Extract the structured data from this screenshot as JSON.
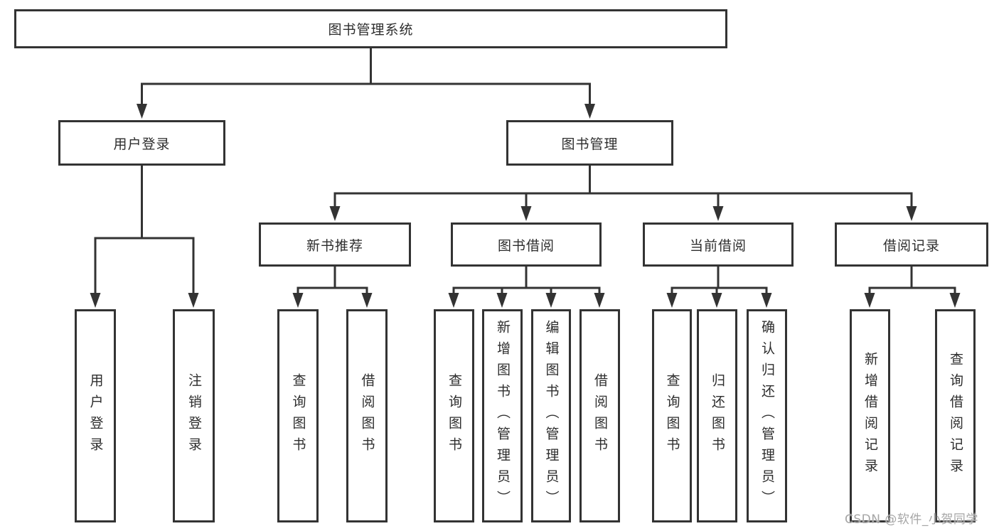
{
  "diagram": {
    "type": "hierarchy-tree",
    "colors": {
      "line": "#333333",
      "box_border": "#333333",
      "box_fill": "#ffffff",
      "text": "#2d2d2d",
      "watermark": "#a6a6a6",
      "background": "#ffffff"
    },
    "tree": {
      "root": {
        "label": "图书管理系统"
      },
      "branches": [
        {
          "label": "用户登录",
          "children": [
            {
              "label": "用户登录"
            },
            {
              "label": "注销登录"
            }
          ]
        },
        {
          "label": "图书管理",
          "children": [
            {
              "label": "新书推荐",
              "children": [
                {
                  "label": "查询图书"
                },
                {
                  "label": "借阅图书"
                }
              ]
            },
            {
              "label": "图书借阅",
              "children": [
                {
                  "label": "查询图书"
                },
                {
                  "label": "新增图书（管理员）"
                },
                {
                  "label": "编辑图书（管理员）"
                },
                {
                  "label": "借阅图书"
                }
              ]
            },
            {
              "label": "当前借阅",
              "children": [
                {
                  "label": "查询图书"
                },
                {
                  "label": "归还图书"
                },
                {
                  "label": "确认归还（管理员）"
                }
              ]
            },
            {
              "label": "借阅记录",
              "children": [
                {
                  "label": "新增借阅记录"
                },
                {
                  "label": "查询借阅记录"
                }
              ]
            }
          ]
        }
      ]
    },
    "watermark": {
      "text": "CSDN @软件_小贺同学"
    }
  }
}
